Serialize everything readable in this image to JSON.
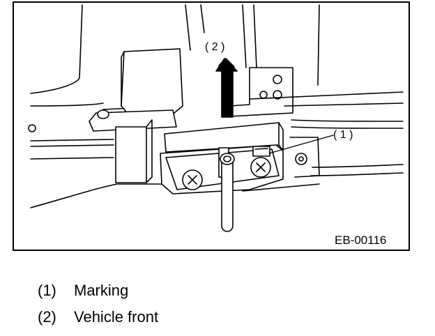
{
  "figure": {
    "code": "EB-00116",
    "callouts": {
      "marking": "( 1 )",
      "front": "( 2 )"
    }
  },
  "legend": [
    {
      "num": "(1)",
      "text": "Marking"
    },
    {
      "num": "(2)",
      "text": "Vehicle front"
    }
  ]
}
